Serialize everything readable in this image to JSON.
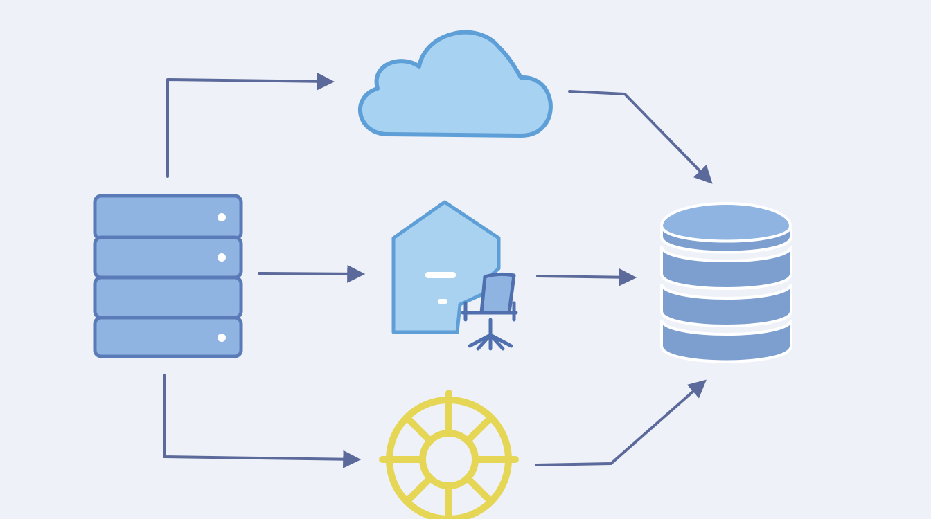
{
  "diagram": {
    "nodes": [
      {
        "id": "server",
        "icon": "server-rack-icon"
      },
      {
        "id": "cloud",
        "icon": "cloud-icon"
      },
      {
        "id": "office",
        "icon": "office-building-icon"
      },
      {
        "id": "chair",
        "icon": "office-chair-icon"
      },
      {
        "id": "wheel",
        "icon": "ship-wheel-icon"
      },
      {
        "id": "database",
        "icon": "database-icon"
      }
    ],
    "edges": [
      {
        "from": "server",
        "to": "cloud"
      },
      {
        "from": "server",
        "to": "office"
      },
      {
        "from": "server",
        "to": "wheel"
      },
      {
        "from": "cloud",
        "to": "database"
      },
      {
        "from": "office",
        "to": "database"
      },
      {
        "from": "wheel",
        "to": "database"
      }
    ]
  },
  "colors": {
    "background": "#eef1f7",
    "arrow": "#5b6a9a",
    "icon_outline": "#5a7bb8",
    "icon_fill": "#90b4e2",
    "cloud_outline": "#5d9fd6",
    "cloud_fill": "#a8d2f2",
    "office_fill": "#a9d1f0",
    "chair": "#4f6fae",
    "wheel": "#e6d655"
  }
}
